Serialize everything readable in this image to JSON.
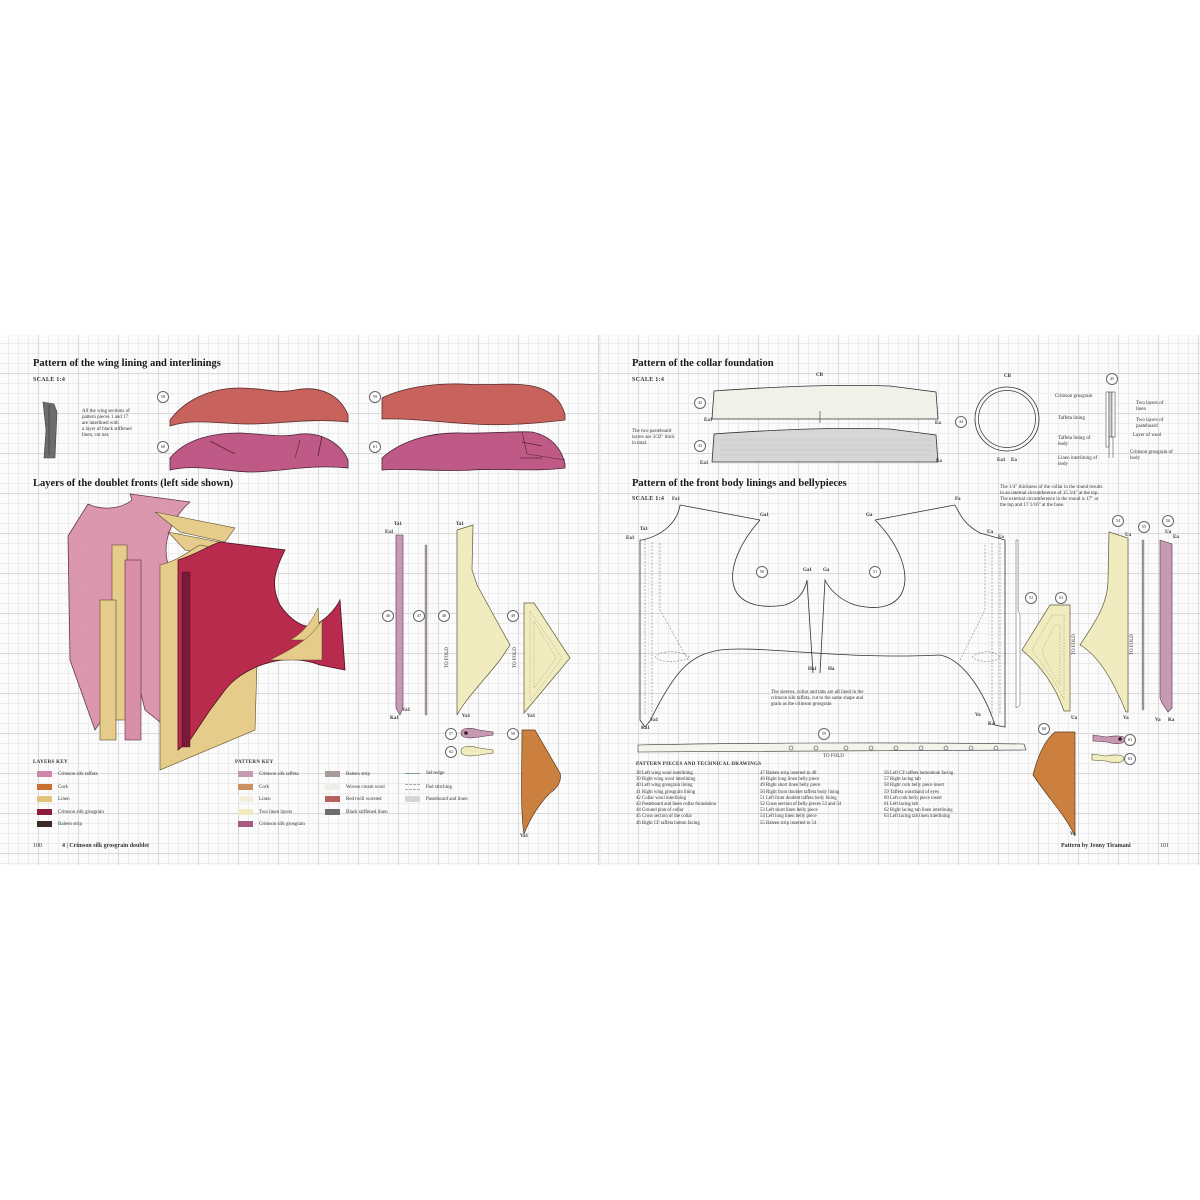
{
  "left_page": {
    "wing_section": {
      "title": "Pattern of the wing lining and interlinings",
      "scale": "SCALE 1:4",
      "note": [
        "All the wing sections of",
        "pattern pieces 1 and 17",
        "are interlined with",
        "a layer of black stiffened",
        "linen, cut net."
      ],
      "pieces": [
        {
          "number": "58",
          "color": "#c8625c"
        },
        {
          "number": "60",
          "color": "#bf5a86"
        },
        {
          "number": "59",
          "color": "#c8625c"
        },
        {
          "number": "61",
          "color": "#bf5a86"
        }
      ]
    },
    "layers_section": {
      "title": "Layers of the doublet fronts (left side shown)"
    },
    "pieces": {
      "p46": {
        "number": "46",
        "top_labels": [
          "Ta1",
          "Ea1"
        ],
        "bottom_labels": [
          "Va1",
          "Ka1"
        ]
      },
      "p47": {
        "number": "47"
      },
      "p48": {
        "number": "48",
        "top_label": "Ta1",
        "bottom_label": "Va1",
        "fold": "TO FOLD"
      },
      "p49": {
        "number": "49",
        "bottom_label": "Va1",
        "fold": "TO FOLD"
      },
      "p57": {
        "number": "57"
      },
      "p62": {
        "number": "62"
      },
      "p58": {
        "number": "58",
        "bottom_label": "Va1"
      }
    },
    "layers_key": {
      "heading": "LAYERS KEY",
      "items": [
        {
          "label": "Crimson silk taffeta",
          "color": "#cf86ad"
        },
        {
          "label": "Cork",
          "color": "#c8702e"
        },
        {
          "label": "Linen",
          "color": "#e3c27a"
        },
        {
          "label": "Crimson silk grosgrain",
          "color": "#8c1a3c"
        },
        {
          "label": "Baleen strip",
          "color": "#3d2a22"
        }
      ]
    },
    "pattern_key": {
      "heading": "PATTERN KEY",
      "col1": [
        {
          "label": "Crimson silk taffeta",
          "color": "#c79ab3"
        },
        {
          "label": "Cork",
          "color": "#c8915f"
        },
        {
          "label": "Linen",
          "color": "#f2efd8"
        },
        {
          "label": "Two linen layers",
          "color": "#f1ecc0"
        },
        {
          "label": "Crimson silk grosgrain",
          "color": "#a85a7c"
        }
      ],
      "col2": [
        {
          "label": "Baleen strip",
          "color": "#a99a9a"
        },
        {
          "label": "Woven cream wool",
          "color": "#eeeee8"
        },
        {
          "label": "Red twill worsted",
          "color": "#b66060"
        },
        {
          "label": "Black stiffened linen",
          "color": "#6e6b6b"
        }
      ],
      "col3": [
        {
          "label": "Selvedge",
          "type": "line"
        },
        {
          "label": "Pad stitching",
          "type": "dashed"
        },
        {
          "label": "Pasteboard and linen",
          "type": "grey"
        }
      ]
    },
    "footer": {
      "page_number": "100",
      "chapter": "4 | Crimson silk grosgrain doublet"
    }
  },
  "right_page": {
    "collar_section": {
      "title": "Pattern of the collar foundation",
      "scale": "SCALE 1:4",
      "note": [
        "The two pasteboard",
        "layers are 3/32\" thick",
        "in total."
      ],
      "piece_42": {
        "number": "42",
        "top_label": "CB",
        "left_label": "Ea1",
        "right_label": "Ea"
      },
      "piece_43": {
        "number": "43",
        "left_label": "Ea1",
        "right_label": "Ea"
      },
      "piece_44": {
        "number": "44",
        "top_label": "CB",
        "bottom_labels": [
          "Ea1",
          "Ea"
        ]
      },
      "piece_45": {
        "number": "45",
        "left_labels": [
          "Crimson grosgrain",
          "Taffeta lining",
          "Taffeta lining of body",
          "Linen interlining of body"
        ],
        "right_labels": [
          "Two layers of linen",
          "Two layers of pasteboard",
          "Layer of wool",
          "Crimson grosgrain of body"
        ]
      }
    },
    "body_section": {
      "title": "Pattern of the front body linings and bellypieces",
      "scale": "SCALE 1:4",
      "collar_note": [
        "The 1/4\" thickness of the collar in the round results",
        "in an internal circumference of 15 3/4\" at the top.",
        "The external circumference in the round is 17\" at",
        "the top and 17 1/16\" at the base."
      ],
      "lining_note": [
        "The sleeves, collar and tabs are all lined in the",
        "crimson silk taffeta, cut to the same shape and",
        "grain as the crimson grosgrain"
      ],
      "labels": {
        "fa1": "Fa1",
        "ga1_top": "Ga1",
        "ta1": "Ta1",
        "ea1": "Ea1",
        "va1": "Va1",
        "ka1": "Ka1",
        "ga1_mid": "Ga1",
        "ha1": "Ha1",
        "ga": "Ga",
        "ha": "Ha",
        "fa": "Fa",
        "ga_top": "Ga",
        "ua": "Ua",
        "ea": "Ea",
        "va": "Va",
        "ka": "Ka"
      },
      "piece_50": "50",
      "piece_51": "51",
      "piece_59": "59",
      "fold_label": "TO FOLD"
    },
    "right_pieces": {
      "p52": {
        "number": "52"
      },
      "p53": {
        "number": "53",
        "fold": "TO FOLD",
        "bottom_label": "Ua"
      },
      "p54": {
        "number": "54",
        "top_label": "Ua",
        "bottom_label": "Va",
        "fold": "TO FOLD"
      },
      "p55": {
        "number": "55"
      },
      "p56": {
        "number": "56",
        "top_labels": [
          "Ua",
          "Ea"
        ],
        "bottom_labels": [
          "Va",
          "Ka"
        ]
      },
      "p60": {
        "number": "60",
        "bottom_label": "Va"
      },
      "p61": {
        "number": "61"
      },
      "p63": {
        "number": "63"
      }
    },
    "pattern_list": {
      "heading": "PATTERN PIECES AND TECHNICAL DRAWINGS",
      "col1": [
        "38  Left wing wool interlining",
        "39  Right wing wool interlining",
        "40  Left wing grosgrain lining",
        "41  Right wing grosgrain lining",
        "42  Collar wool interlining",
        "43  Pasteboard and linen collar foundation",
        "44  Ground plan of collar",
        "45  Cross section of the collar",
        "46  Right CF taffeta button facing"
      ],
      "col2": [
        "47  Baleen strip inserted to 48",
        "48  Right long linen belly piece",
        "49  Right short linen belly piece",
        "50  Right front doublet taffeta body lining",
        "51  Left front doublet taffeta body lining",
        "52  Cross section of belly pieces 53 and 54",
        "53  Left short linen belly piece",
        "54  Left long linen belly piece",
        "55  Baleen strip inserted to 54"
      ],
      "col3": [
        "56  Left CF taffeta buttonhole facing",
        "57  Right lacing tab",
        "58  Right cork belly piece insert",
        "59  Taffeta waistband of eyes",
        "60  Left cork belly piece insert",
        "61  Left lacing tab",
        "62  Right lacing tab linen interlining",
        "63  Left lacing tab linen interlining"
      ]
    },
    "footer": {
      "credit": "Pattern by Jenny Tiramani",
      "page_number": "101"
    }
  }
}
